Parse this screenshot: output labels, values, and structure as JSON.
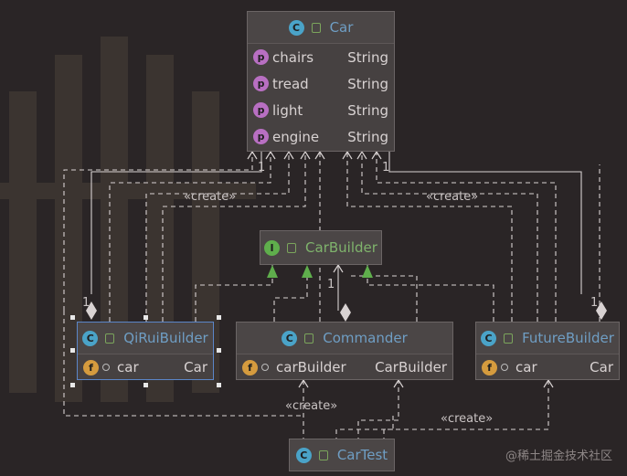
{
  "classes": {
    "car": {
      "title": "Car",
      "badge": "C",
      "fields": [
        {
          "badge": "p",
          "name": "chairs",
          "type": "String"
        },
        {
          "badge": "p",
          "name": "tread",
          "type": "String"
        },
        {
          "badge": "p",
          "name": "light",
          "type": "String"
        },
        {
          "badge": "p",
          "name": "engine",
          "type": "String"
        }
      ]
    },
    "car_builder": {
      "title": "CarBuilder",
      "badge": "I"
    },
    "qirui": {
      "title": "QiRuiBuilder",
      "badge": "C",
      "fields": [
        {
          "badge": "f",
          "name": "car",
          "type": "Car"
        }
      ]
    },
    "commander": {
      "title": "Commander",
      "badge": "C",
      "fields": [
        {
          "badge": "f",
          "name": "carBuilder",
          "type": "CarBuilder"
        }
      ]
    },
    "future": {
      "title": "FutureBuilder",
      "badge": "C",
      "fields": [
        {
          "badge": "f",
          "name": "car",
          "type": "Car"
        }
      ]
    },
    "cartest": {
      "title": "CarTest",
      "badge": "C"
    }
  },
  "labels": {
    "create_left": "«create»",
    "create_right": "«create»",
    "create_bottom_left": "«create»",
    "create_bottom_right": "«create»",
    "mult_1": "1"
  },
  "watermark": "@稀土掘金技术社区",
  "colors": {
    "background": "#2a2526",
    "node": "#464141",
    "line": "#d8d2d2",
    "class_title": "#6f9ec4",
    "interface_title": "#7fb36c"
  }
}
